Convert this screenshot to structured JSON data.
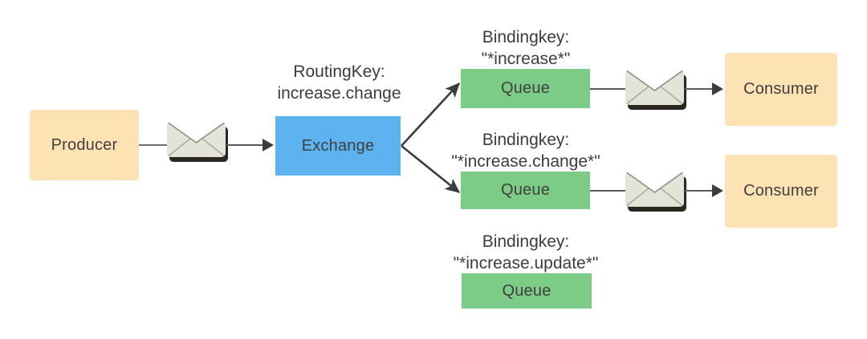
{
  "diagram": {
    "title": "RabbitMQ topic exchange routing diagram",
    "colors": {
      "producer_consumer_fill": "#fde2b3",
      "exchange_fill": "#5cb3f0",
      "queue_fill": "#7ccb86",
      "text": "#3c3c3c",
      "arrow": "#3c3c3c",
      "envelope_body": "#e3e4d8",
      "envelope_flap": "#ffffff"
    },
    "nodes": {
      "producer": {
        "label": "Producer"
      },
      "exchange": {
        "label": "Exchange"
      },
      "queue1": {
        "label": "Queue"
      },
      "queue2": {
        "label": "Queue"
      },
      "queue3": {
        "label": "Queue"
      },
      "consumer1": {
        "label": "Consumer"
      },
      "consumer2": {
        "label": "Consumer"
      }
    },
    "labels": {
      "routing_key": {
        "line1": "RoutingKey:",
        "line2": "increase.change"
      },
      "binding_key_1": {
        "line1": "Bindingkey:",
        "line2": "\"*increase*\""
      },
      "binding_key_2": {
        "line1": "Bindingkey:",
        "line2": "\"*increase.change*\""
      },
      "binding_key_3": {
        "line1": "Bindingkey:",
        "line2": "\"*increase.update*\""
      }
    },
    "icons": {
      "message_envelope_1": "envelope-icon",
      "message_envelope_2": "envelope-icon",
      "message_envelope_3": "envelope-icon"
    }
  }
}
